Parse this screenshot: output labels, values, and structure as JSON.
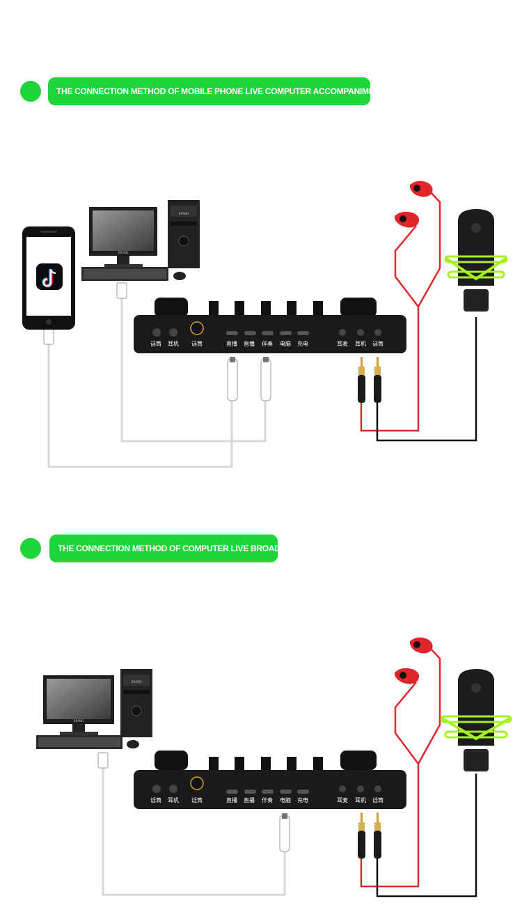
{
  "sections": [
    {
      "title": "THE CONNECTION METHOD OF MOBILE PHONE LIVE COMPUTER ACCOMPANIMENT",
      "has_phone": true
    },
    {
      "title": "THE CONNECTION METHOD OF COMPUTER LIVE BROADCAST",
      "has_phone": false
    }
  ],
  "device_ports": {
    "left": [
      "话筒",
      "耳机",
      "话筒"
    ],
    "usb": [
      "直播",
      "直播",
      "伴奏",
      "电脑",
      "充电"
    ],
    "right": [
      "耳麦",
      "耳机",
      "话筒"
    ]
  },
  "monitor_brand": "BRAND",
  "tower_brand": "BRAND",
  "colors": {
    "accent": "#1fd63a",
    "device_body": "#1a1a1a",
    "earphone_cable": "#e0262b",
    "mic_cable": "#111111",
    "usb_cable": "#dddddd",
    "mic_mount": "#a6f21f"
  },
  "icons": {
    "phone_app": "tiktok-icon"
  }
}
